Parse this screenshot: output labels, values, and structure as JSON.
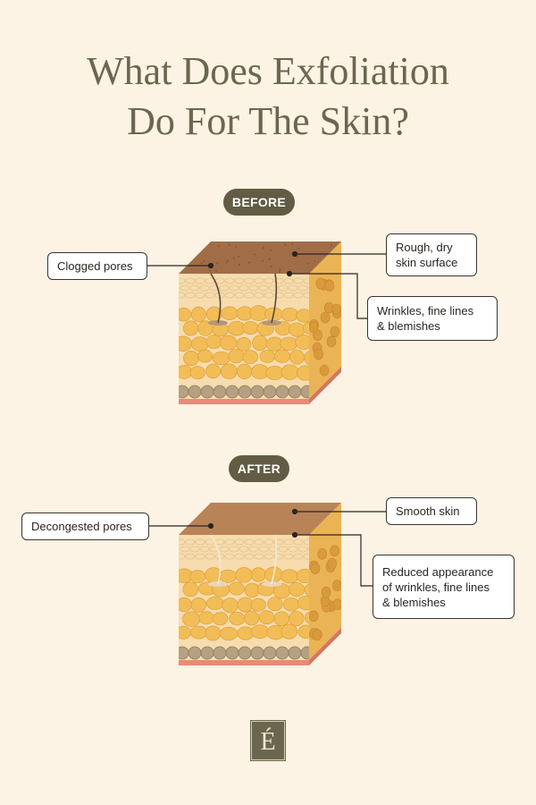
{
  "title": {
    "line1": "What Does Exfoliation",
    "line2": "Do For The Skin?"
  },
  "before": {
    "label": "BEFORE",
    "callouts": {
      "clogged_pores": "Clogged pores",
      "rough_dry": "Rough, dry\nskin surface",
      "wrinkles": "Wrinkles, fine lines\n& blemishes"
    }
  },
  "after": {
    "label": "AFTER",
    "callouts": {
      "decongested_pores": "Decongested pores",
      "smooth_skin": "Smooth skin",
      "reduced": "Reduced appearance\nof wrinkles, fine lines\n& blemishes"
    }
  },
  "logo": {
    "letter": "É"
  },
  "colors": {
    "background": "#fcf3e4",
    "title": "#6b6650",
    "pill": "#625c45",
    "top_surface_rough": "#a06d47",
    "top_surface_smooth": "#b98358",
    "fat_cells": "#f2bd57",
    "dermis": "#f6dcae",
    "base_layer": "#e98a76"
  }
}
